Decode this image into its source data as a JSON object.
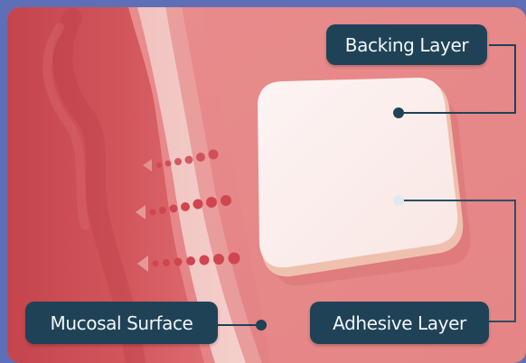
{
  "labels": {
    "backing_layer": "Backing Layer",
    "adhesive_layer": "Adhesive Layer",
    "mucosal_surface": "Mucosal Surface"
  },
  "colors": {
    "page_background": "#5e6fb8",
    "tissue_dark": "#cc4d55",
    "tissue_light": "#e88c8c",
    "patch_face": "#fbeeee",
    "callout_fill": "#1f4257",
    "callout_text": "#f3f6f8"
  },
  "icons": {
    "absorption_arrows": "dotted-arrows-pointing-left"
  }
}
